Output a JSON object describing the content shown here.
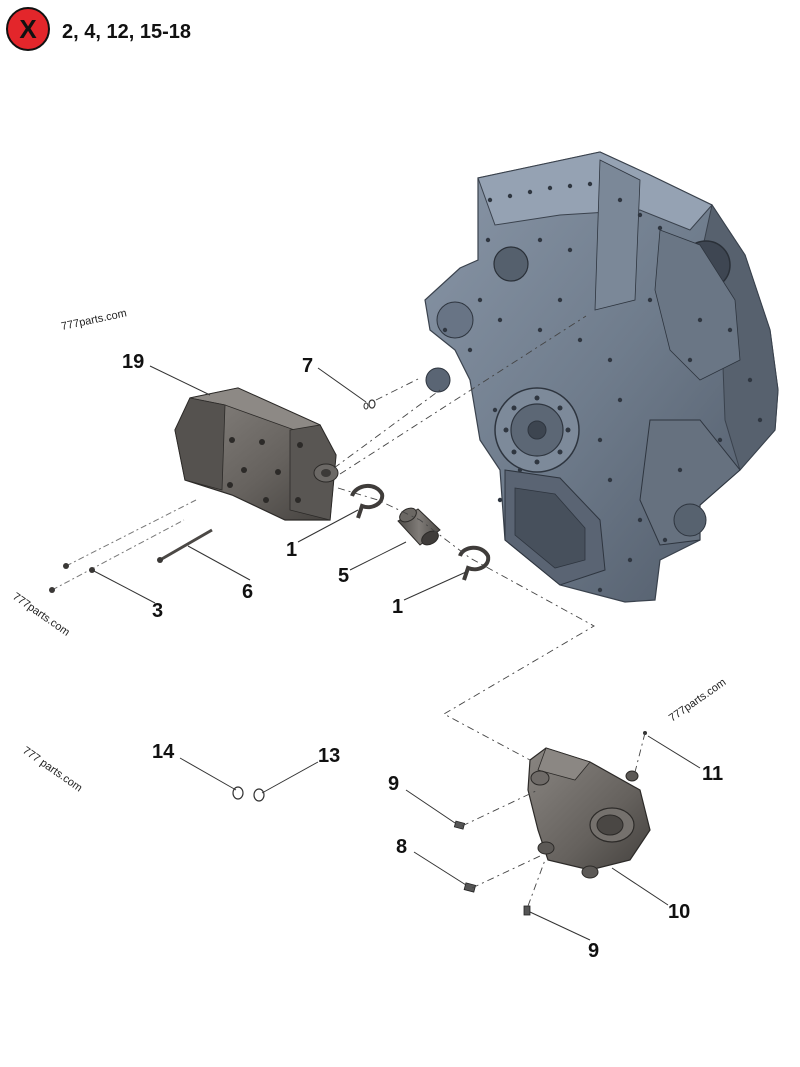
{
  "header": {
    "excluded_badge_symbol": "X",
    "excluded_items_text": "2,  4, 12, 15-18",
    "badge_color": "#e3262b"
  },
  "watermarks": [
    "777parts.com",
    "777parts.com",
    "777 parts.com",
    "777parts.com"
  ],
  "callouts": [
    "19",
    "7",
    "1",
    "5",
    "1",
    "6",
    "3",
    "14",
    "13",
    "9",
    "8",
    "11",
    "10",
    "9"
  ],
  "colors": {
    "engine_block": "#6f7c8c",
    "engine_dark": "#4a5563",
    "component_gray": "#6a6764",
    "component_dark": "#4a4744"
  }
}
